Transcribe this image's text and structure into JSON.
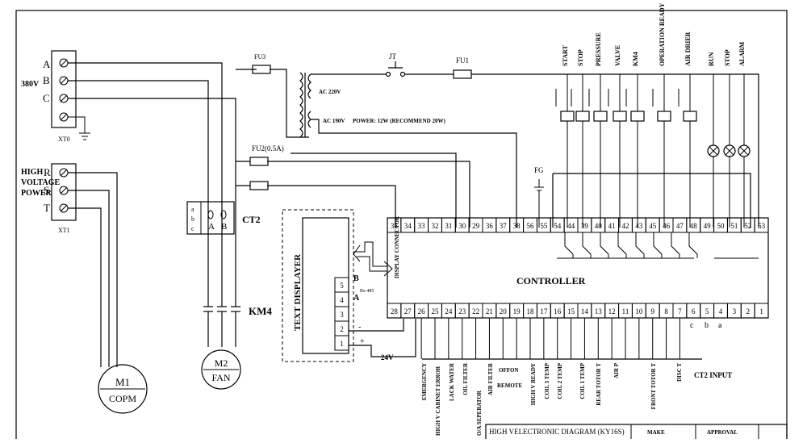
{
  "supply": {
    "phases": [
      "A",
      "B",
      "C"
    ],
    "voltage": "380V",
    "terminal_block": "XT0"
  },
  "hv_power": {
    "label_lines": [
      "HIGH",
      "VOLTAGE",
      "POWER"
    ],
    "phases": [
      "R",
      "S",
      "T"
    ],
    "terminal_block": "XT1"
  },
  "fuses": {
    "fu1": "FU1",
    "fu2": "FU2(0.5A)",
    "fu3": "FU3"
  },
  "jt": "JT",
  "transformer": {
    "ac220": "AC 220V",
    "ac190": "AC 190V",
    "power_note": "POWER: 12W (RECOMMEND 20W)"
  },
  "fg": "FG",
  "ct2": {
    "label": "CT2",
    "ab_labels": [
      "A",
      "B"
    ],
    "side_labels": [
      "a",
      "b",
      "c"
    ]
  },
  "km4": "KM4",
  "motors": {
    "m1": {
      "id": "M1",
      "name": "COPM"
    },
    "m2": {
      "id": "M2",
      "name": "FAN"
    }
  },
  "text_displayer": {
    "title": "TEXT DISPLAYER",
    "pins": [
      "5",
      "4",
      "3",
      "2",
      "1"
    ],
    "b_label": "B",
    "a_label": "A",
    "rs485": "Rs-485",
    "connector": "DISPLAY CONNECTOR",
    "v24": "24V",
    "minus": "-",
    "plus": "+"
  },
  "controller": {
    "title": "CONTROLLER",
    "top_terminals": [
      "35",
      "34",
      "33",
      "32",
      "31",
      "30",
      "29",
      "36",
      "37",
      "38",
      "56",
      "55",
      "54",
      "44",
      "39",
      "40",
      "41",
      "42",
      "43",
      "45",
      "46",
      "47",
      "48",
      "49",
      "50",
      "51",
      "52",
      "53"
    ],
    "bottom_terminals": [
      "28",
      "27",
      "26",
      "25",
      "24",
      "23",
      "22",
      "21",
      "20",
      "19",
      "18",
      "17",
      "16",
      "15",
      "14",
      "13",
      "12",
      "11",
      "10",
      "9",
      "8",
      "7",
      "6",
      "5",
      "4",
      "3",
      "2",
      "1"
    ]
  },
  "top_labels": [
    "START",
    "STOP",
    "PRESSURE",
    "VALVE",
    "KM4",
    "OPERATION READY",
    "AIR DRIER",
    "RUN",
    "STOP",
    "ALARM"
  ],
  "bottom_labels": [
    "EMERGENCY",
    "HIGH V CABINET ERROR",
    "LACK WATER",
    "OIL FILTER",
    "AIR FILTER",
    "O/A SEPERATOR",
    "HIGH V READY",
    "COIL 3 TEMP",
    "COIL 2 TEMP",
    "COIL 1 TEMP",
    "REAR TOTOR T",
    "AIR P",
    "FRONT TOTOR T",
    "DISC T"
  ],
  "offon": {
    "label": "OFFON",
    "remote": "REMOTE"
  },
  "ct2_input": {
    "label": "CT2 INPUT",
    "letters": [
      "c",
      "b",
      "a"
    ]
  },
  "title_block": {
    "title": "HIGH VELECTRONIC DIAGRAM (KY16S)",
    "make": "MAKE",
    "approval": "APPROVAL"
  }
}
